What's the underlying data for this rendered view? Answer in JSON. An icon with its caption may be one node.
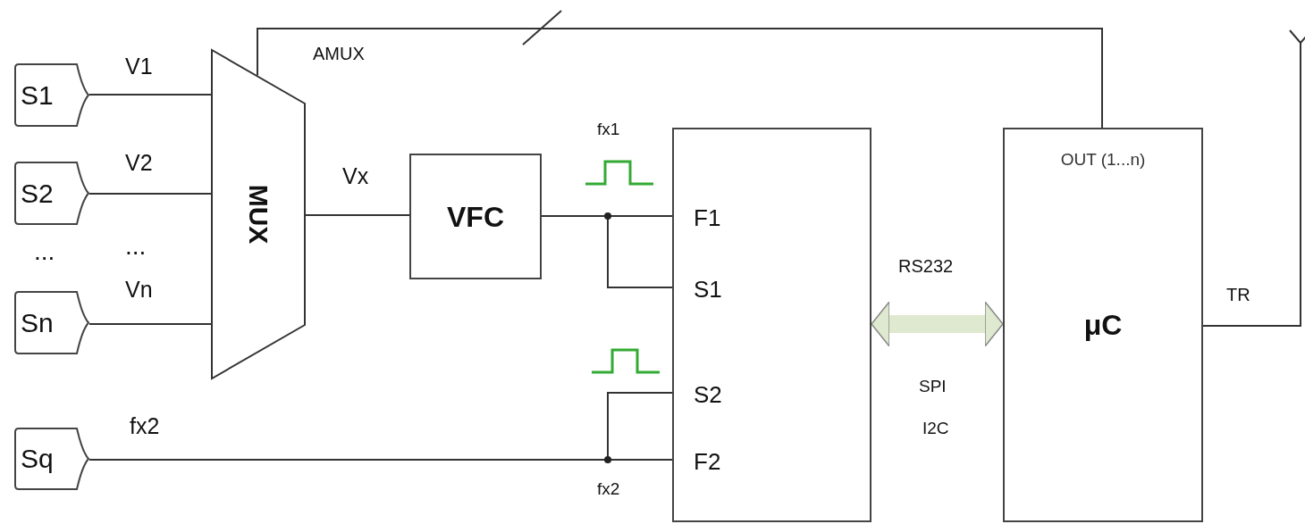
{
  "diagram": {
    "nodes": [
      {
        "text": [
          "S1"
        ]
      },
      {
        "text": [
          "S2"
        ]
      },
      {
        "text": [
          "Sn"
        ]
      },
      {
        "text": [
          "Sq"
        ]
      },
      {
        "text": [
          "MUX"
        ]
      },
      {
        "text": [
          "VFC"
        ]
      },
      {
        "text": [],
        "shape": "box"
      },
      {
        "text": [
          "F1"
        ],
        "in": 6
      },
      {
        "text": [
          "S1"
        ],
        "in": 6
      },
      {
        "text": [
          "S2"
        ],
        "in": 6
      },
      {
        "text": [
          "F2"
        ],
        "in": 6
      },
      {
        "text": [
          "OUT (1...n)",
          "μC"
        ]
      }
    ],
    "edges": [
      {
        "from": 0,
        "to": 4,
        "arrow": "none",
        "label": "V1"
      },
      {
        "from": 1,
        "to": 4,
        "arrow": "none",
        "label": "V2"
      },
      {
        "from": 2,
        "to": 4,
        "arrow": "none",
        "label": "Vn"
      },
      {
        "from": 4,
        "to": 5,
        "arrow": "none",
        "label": "Vx"
      },
      {
        "from": 5,
        "to": 7,
        "arrow": "none"
      },
      {
        "from": 5,
        "to": 8,
        "arrow": "none"
      },
      {
        "from": 3,
        "to": 10,
        "arrow": "none",
        "label": "fx2"
      },
      {
        "from": 3,
        "to": 9,
        "arrow": "none"
      },
      {
        "from": 6,
        "to": 11,
        "arrow": "both",
        "label": "RS232",
        "style": "thick",
        "color": "#dfe9cf"
      },
      {
        "from": 11,
        "to": 4,
        "arrow": "none",
        "label": "AMUX"
      },
      {
        "from": 11,
        "to": null,
        "arrow": "other",
        "label": "TR"
      }
    ],
    "labels": [
      "fx1",
      "...",
      "...",
      "SPI",
      "I2C",
      "fx2"
    ]
  }
}
